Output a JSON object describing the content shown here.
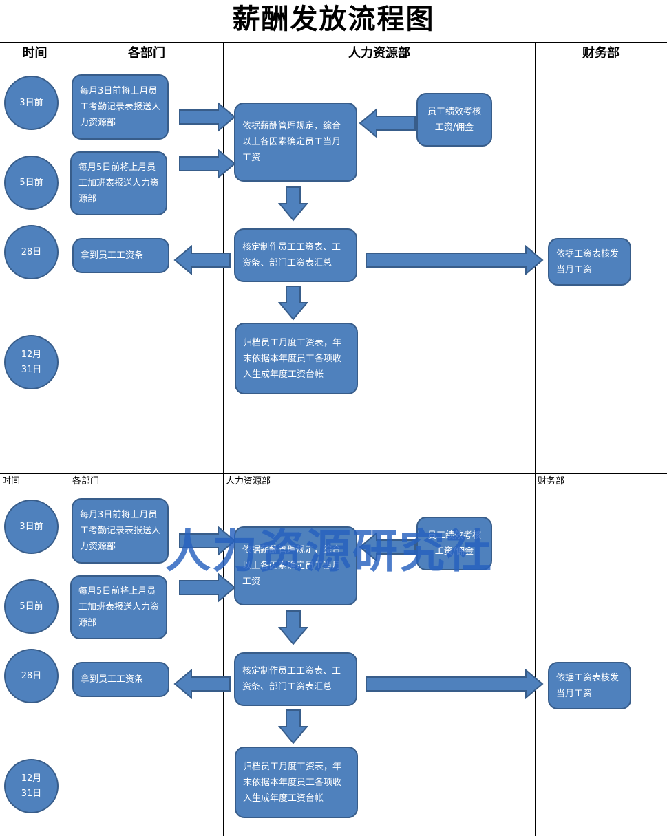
{
  "title": "薪酬发放流程图",
  "headers": {
    "time": "时间",
    "departments": "各部门",
    "hr": "人力资源部",
    "finance": "财务部"
  },
  "times": {
    "t1": "3日前",
    "t2": "5日前",
    "t3": "28日",
    "t4a": "12月",
    "t4b": "31日"
  },
  "boxes": {
    "dept_attendance": "每月3日前将上月员工考勤记录表报送人力资源部",
    "dept_overtime": "每月5日前将上月员工加班表报送人力资源部",
    "hr_determine": "依据薪酬管理规定，综合以上各因素确定员工当月工资",
    "hr_performance": "员工绩效考核工资/佣金",
    "hr_make_table": "核定制作员工工资表、工资条、部门工资表汇总",
    "dept_receive": "拿到员工工资条",
    "finance_pay": "依据工资表核发当月工资",
    "hr_archive": "归档员工月度工资表，年末依据本年度员工各项收入生成年度工资台帐"
  },
  "watermark": "人力资源研究社",
  "colors": {
    "node_fill": "#4f81bd",
    "node_border": "#385d8a",
    "watermark": "#2660be"
  }
}
